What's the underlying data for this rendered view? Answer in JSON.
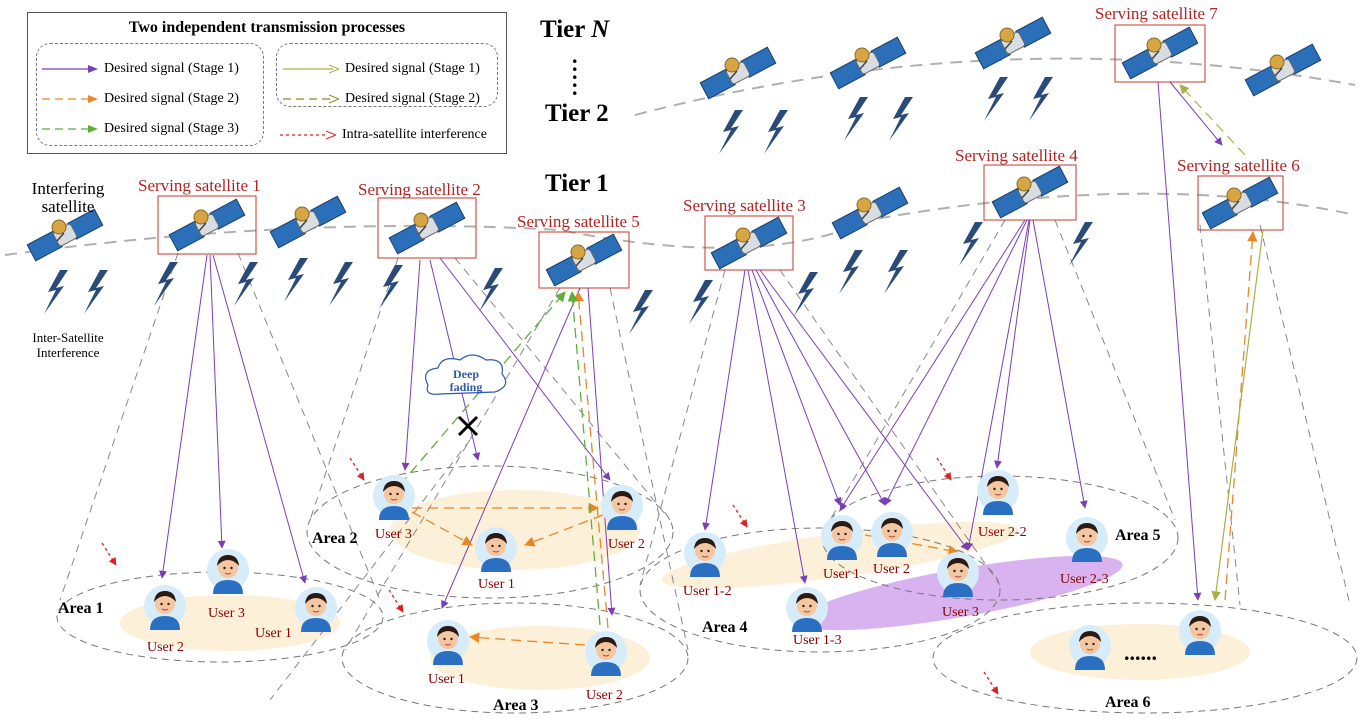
{
  "legend": {
    "title": "Two independent transmission processes",
    "left_group": [
      {
        "label": "Desired signal (Stage 1)",
        "color": "#7b3fb5",
        "style": "solid"
      },
      {
        "label": "Desired signal (Stage 2)",
        "color": "#e8862a",
        "style": "dashed"
      },
      {
        "label": "Desired signal (Stage 3)",
        "color": "#5fae3a",
        "style": "dashed"
      }
    ],
    "right_group": [
      {
        "label": "Desired signal (Stage 1)",
        "color": "#a9b04a",
        "style": "solid"
      },
      {
        "label": "Desired signal (Stage 2)",
        "color": "#8a8a2a",
        "style": "dashed"
      }
    ],
    "interference_label": "Intra-satellite interference",
    "interference_color": "#e02020"
  },
  "tiers": {
    "tier_n_prefix": "Tier ",
    "tier_n_var": "N",
    "tier2": "Tier 2",
    "tier1": "Tier 1"
  },
  "satellites": {
    "interfering": "Interfering satellite",
    "s1": "Serving satellite 1",
    "s2": "Serving satellite 2",
    "s3": "Serving satellite 3",
    "s4": "Serving satellite 4",
    "s5": "Serving satellite 5",
    "s6": "Serving satellite 6",
    "s7": "Serving satellite 7"
  },
  "inter_satellite_interference": "Inter-Satellite Interference",
  "deep_fading": "Deep fading",
  "areas": {
    "a1": "Area 1",
    "a2": "Area 2",
    "a3": "Area 3",
    "a4": "Area 4",
    "a5": "Area 5",
    "a6": "Area 6"
  },
  "users": {
    "a1_u1": "User 1",
    "a1_u2": "User 2",
    "a1_u3": "User 3",
    "a2_u1": "User 1",
    "a2_u2": "User 2",
    "a2_u3": "User 3",
    "a3_u1": "User 1",
    "a3_u2": "User 2",
    "a4_u1_2": "User 1-2",
    "a4_u1_3": "User 1-3",
    "a4_u1": "User 1",
    "a4_u2": "User 2",
    "a4_u3": "User 3",
    "a5_u2_2": "User 2-2",
    "a5_u2_3": "User 2-3"
  },
  "ellipsis": "......",
  "colors": {
    "satellite_label": "#b22222",
    "user_label": "#8b0000",
    "area_fill": "#fdf0d8",
    "area_fill_purple": "#d9b3f0",
    "user_skin": "#f5c7a0",
    "user_shirt": "#2a6fc2"
  }
}
